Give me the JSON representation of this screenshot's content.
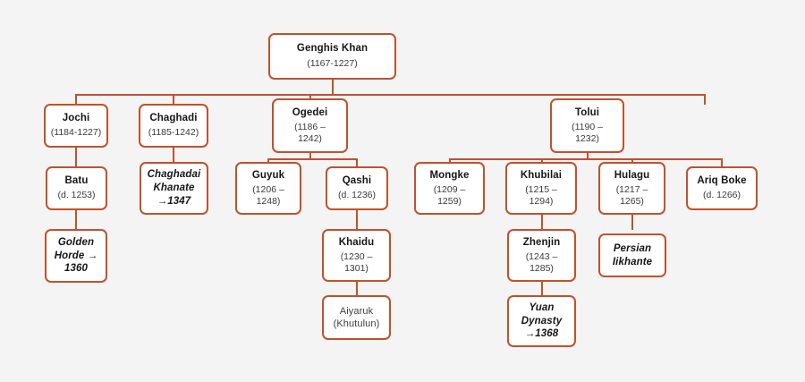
{
  "diagram": {
    "title": "Genghis Khan family tree",
    "colors": {
      "border": "#c0522d",
      "connector": "#c0522d",
      "node_background": "#ffffff",
      "page_background": "#f4f4f4",
      "name_text": "#161616",
      "date_text": "#3a3a3a"
    },
    "nodes": [
      {
        "id": "genghis",
        "name": "Genghis Khan",
        "dates": "(1167-1227)",
        "style": "person"
      },
      {
        "id": "jochi",
        "name": "Jochi",
        "dates": "(1184-1227)",
        "style": "person"
      },
      {
        "id": "chaghadi",
        "name": "Chaghadi",
        "dates": "(1185-1242)",
        "style": "person"
      },
      {
        "id": "ogedei",
        "name": "Ogedei",
        "dates": "(1186 –\n1242)",
        "style": "person"
      },
      {
        "id": "tolui",
        "name": "Tolui",
        "dates": "(1190 –\n1232)",
        "style": "person"
      },
      {
        "id": "batu",
        "name": "Batu",
        "dates": "(d. 1253)",
        "style": "person"
      },
      {
        "id": "chaghadai_khanate",
        "name": "Chaghadai\nKhanate\n→1347",
        "dates": "",
        "style": "terminal"
      },
      {
        "id": "guyuk",
        "name": "Guyuk",
        "dates": "(1206 –\n1248)",
        "style": "person"
      },
      {
        "id": "qashi",
        "name": "Qashi",
        "dates": "(d. 1236)",
        "style": "person"
      },
      {
        "id": "mongke",
        "name": "Mongke",
        "dates": "(1209 –\n1259)",
        "style": "person"
      },
      {
        "id": "khubilai",
        "name": "Khubilai",
        "dates": "(1215 –\n1294)",
        "style": "person"
      },
      {
        "id": "hulagu",
        "name": "Hulagu",
        "dates": "(1217 –\n1265)",
        "style": "person"
      },
      {
        "id": "ariq_boke",
        "name": "Ariq Boke",
        "dates": "(d. 1266)",
        "style": "person"
      },
      {
        "id": "golden_horde",
        "name": "Golden\nHorde →\n1360",
        "dates": "",
        "style": "terminal"
      },
      {
        "id": "khaidu",
        "name": "Khaidu",
        "dates": "(1230 –\n1301)",
        "style": "person"
      },
      {
        "id": "zhenjin",
        "name": "Zhenjin",
        "dates": "(1243 –\n1285)",
        "style": "person"
      },
      {
        "id": "persian_ilkhanate",
        "name": "Persian\nIikhante",
        "dates": "",
        "style": "terminal"
      },
      {
        "id": "aiyaruk",
        "name": "Aiyaruk\n(Khutulun)",
        "dates": "",
        "style": "plain"
      },
      {
        "id": "yuan_dynasty",
        "name": "Yuan\nDynasty\n→1368",
        "dates": "",
        "style": "terminal"
      }
    ],
    "edges": [
      {
        "from": "genghis",
        "to": "jochi"
      },
      {
        "from": "genghis",
        "to": "chaghadi"
      },
      {
        "from": "genghis",
        "to": "ogedei"
      },
      {
        "from": "genghis",
        "to": "tolui"
      },
      {
        "from": "jochi",
        "to": "batu"
      },
      {
        "from": "chaghadi",
        "to": "chaghadai_khanate"
      },
      {
        "from": "ogedei",
        "to": "guyuk"
      },
      {
        "from": "ogedei",
        "to": "qashi"
      },
      {
        "from": "tolui",
        "to": "mongke"
      },
      {
        "from": "tolui",
        "to": "khubilai"
      },
      {
        "from": "tolui",
        "to": "hulagu"
      },
      {
        "from": "tolui",
        "to": "ariq_boke"
      },
      {
        "from": "batu",
        "to": "golden_horde"
      },
      {
        "from": "qashi",
        "to": "khaidu"
      },
      {
        "from": "khubilai",
        "to": "zhenjin"
      },
      {
        "from": "hulagu",
        "to": "persian_ilkhanate"
      },
      {
        "from": "khaidu",
        "to": "aiyaruk"
      },
      {
        "from": "zhenjin",
        "to": "yuan_dynasty"
      }
    ]
  }
}
